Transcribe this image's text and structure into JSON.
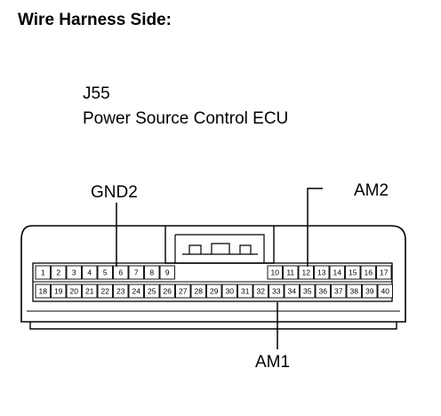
{
  "heading": "Wire Harness Side:",
  "connector": {
    "id": "J55",
    "name": "Power Source Control ECU",
    "top_row_left": [
      "1",
      "2",
      "3",
      "4",
      "5",
      "6",
      "7",
      "8",
      "9"
    ],
    "top_row_right": [
      "10",
      "11",
      "12",
      "13",
      "14",
      "15",
      "16",
      "17"
    ],
    "bottom_row": [
      "18",
      "19",
      "20",
      "21",
      "22",
      "23",
      "24",
      "25",
      "26",
      "27",
      "28",
      "29",
      "30",
      "31",
      "32",
      "33",
      "34",
      "35",
      "36",
      "37",
      "38",
      "39",
      "40"
    ]
  },
  "callouts": {
    "gnd2": {
      "label": "GND2",
      "pin": "6"
    },
    "am2": {
      "label": "AM2",
      "pin": "12"
    },
    "am1": {
      "label": "AM1",
      "pin": "33"
    }
  }
}
